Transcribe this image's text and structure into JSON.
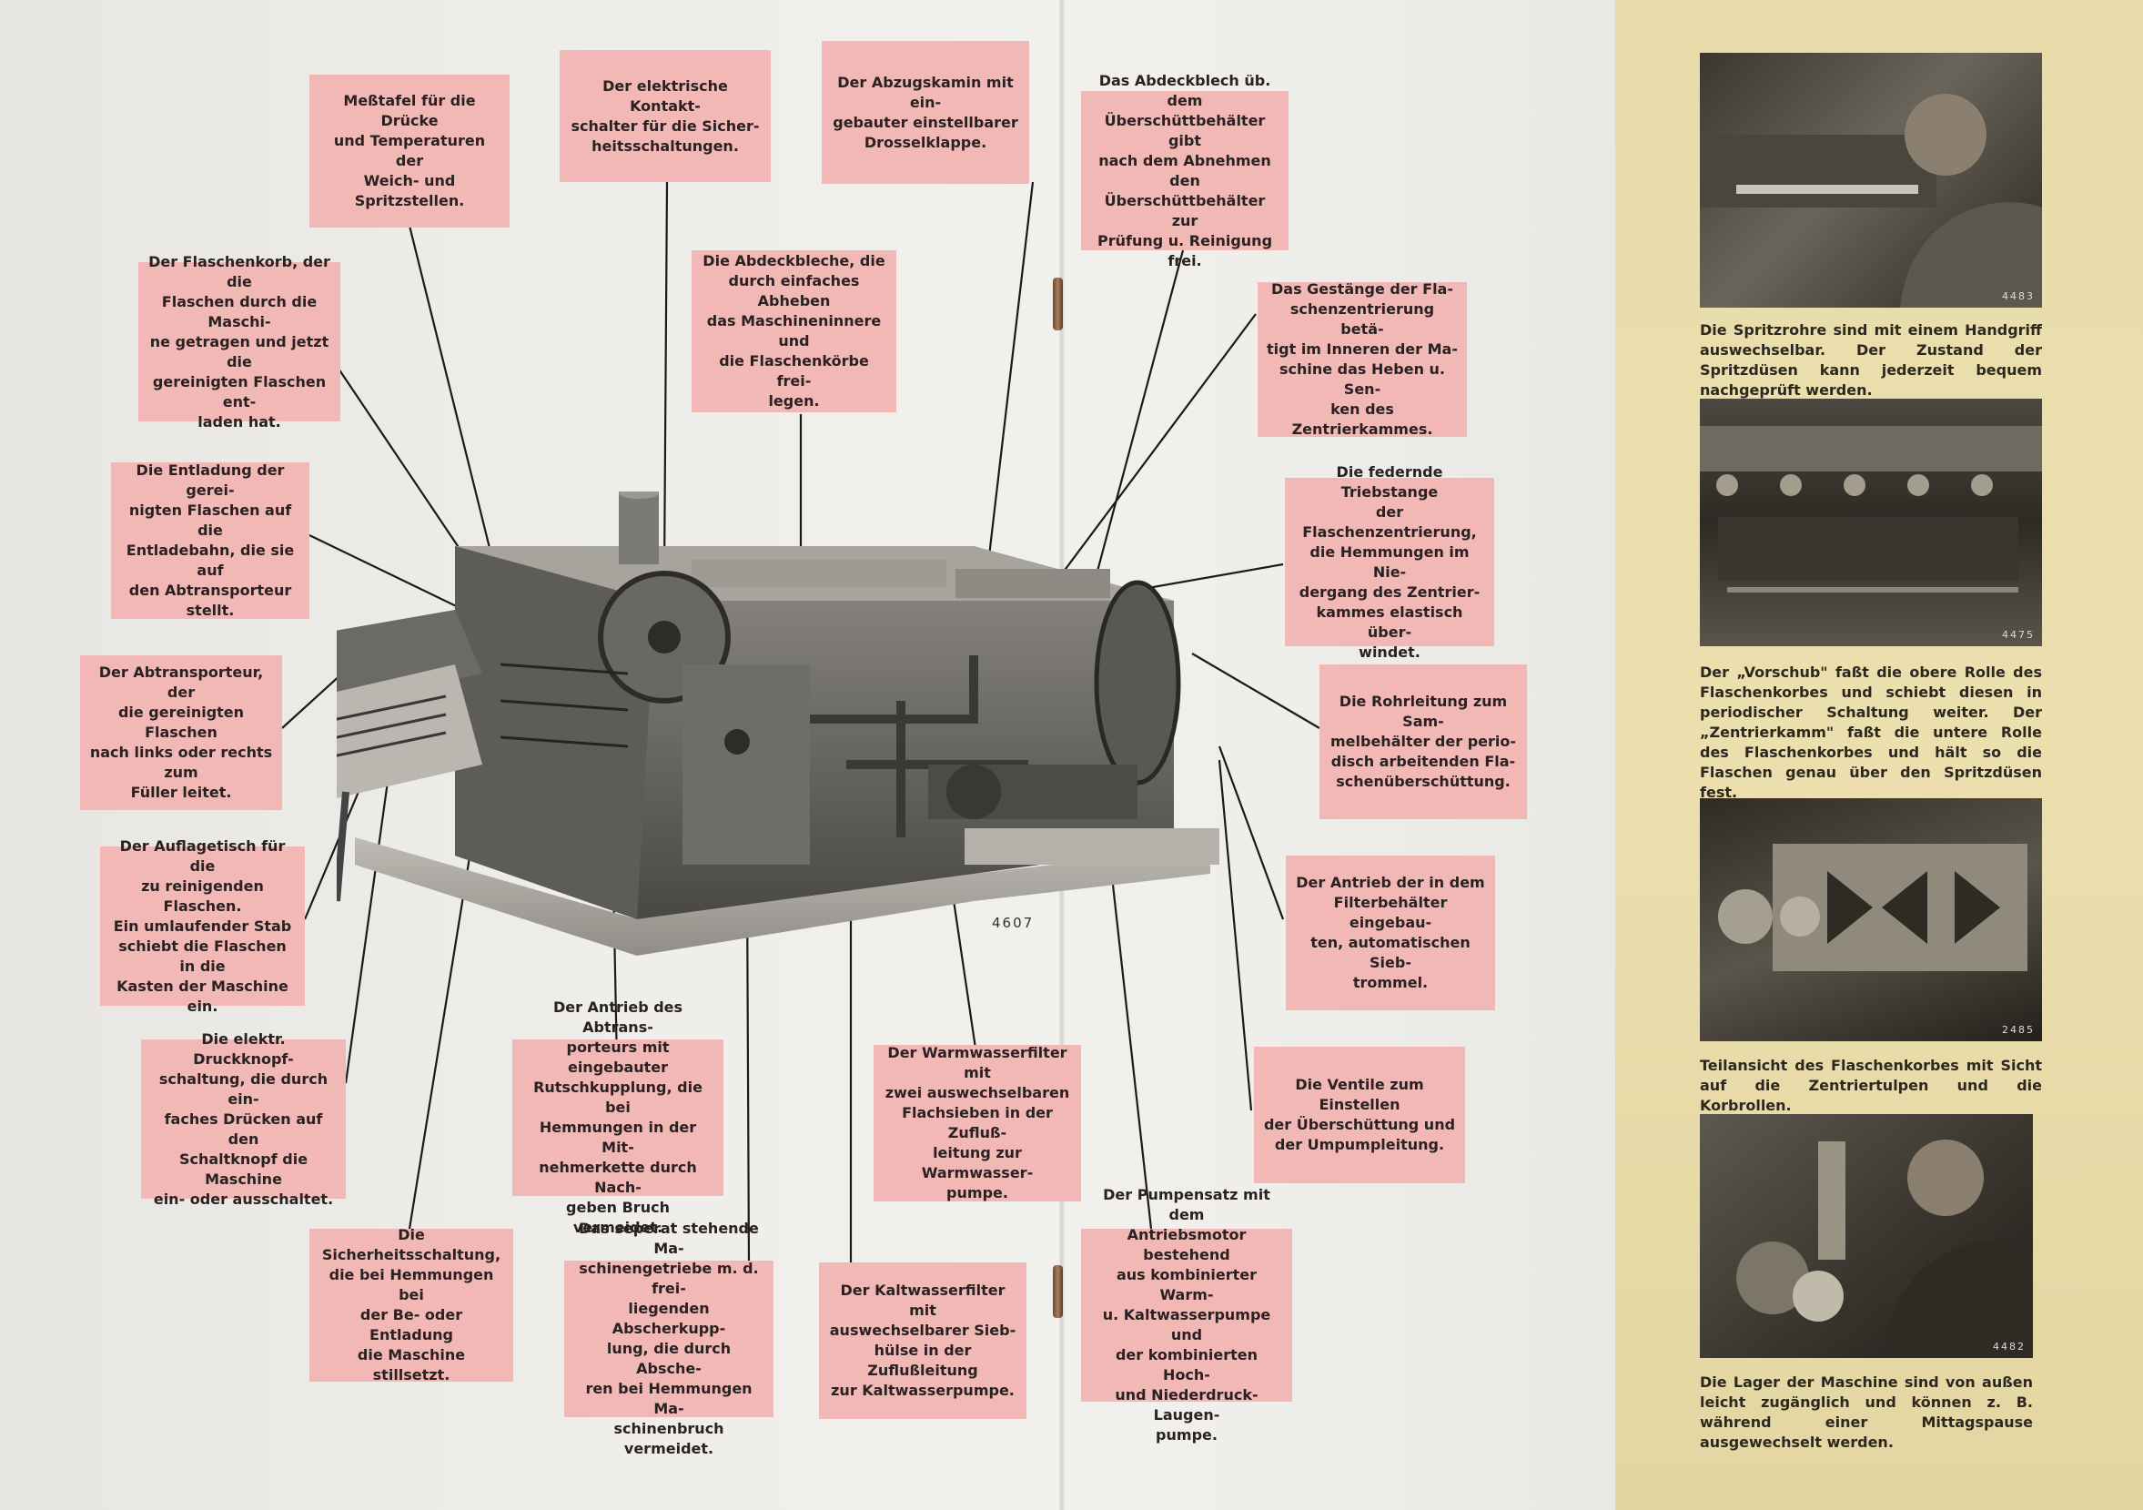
{
  "plate_number": "4607",
  "labels": [
    {
      "id": "messtafel",
      "text": "Meßtafel für die Drücke\nund Temperaturen der\nWeich- und Spritzstellen."
    },
    {
      "id": "kontaktschalter",
      "text": "Der elektrische Kontakt-\nschalter für die Sicher-\nheitsschaltungen."
    },
    {
      "id": "abzugskamin",
      "text": "Der Abzugskamin mit ein-\ngebauter einstellbarer\nDrosselklappe."
    },
    {
      "id": "abdeckblech",
      "text": "Das Abdeckblech üb. dem\nÜberschüttbehälter gibt\nnach dem Abnehmen den\nÜberschüttbehälter zur\nPrüfung u. Reinigung frei."
    },
    {
      "id": "flaschenkorb",
      "text": "Der Flaschenkorb, der die\nFlaschen durch die Maschi-\nne getragen und jetzt die\ngereinigten Flaschen ent-\nladen hat."
    },
    {
      "id": "abdeckbleche",
      "text": "Die Abdeckbleche, die\ndurch einfaches Abheben\ndas Maschineninnere und\ndie Flaschenkörbe frei-\nlegen."
    },
    {
      "id": "gestaenge",
      "text": "Das Gestänge der Fla-\nschenzentrierung betä-\ntigt im Inneren der Ma-\nschine das Heben u. Sen-\nken des Zentrierkammes."
    },
    {
      "id": "entladung",
      "text": "Die Entladung der gerei-\nnigten Flaschen auf die\nEntladebahn, die sie auf\nden Abtransporteur stellt."
    },
    {
      "id": "triebstange",
      "text": "Die federnde Triebstange\nder Flaschenzentrierung,\ndie Hemmungen im Nie-\ndergang des Zentrier-\nkammes elastisch über-\nwindet."
    },
    {
      "id": "abtransporteur",
      "text": "Der Abtransporteur, der\ndie gereinigten Flaschen\nnach links oder rechts zum\nFüller leitet."
    },
    {
      "id": "rohrleitung",
      "text": "Die Rohrleitung zum Sam-\nmelbehälter der perio-\ndisch arbeitenden Fla-\nschenüberschüttung."
    },
    {
      "id": "auflagetisch",
      "text": "Der Auflagetisch für die\nzu reinigenden Flaschen.\nEin umlaufender Stab\nschiebt die Flaschen in die\nKasten der Maschine ein."
    },
    {
      "id": "antrieb_filter",
      "text": "Der Antrieb der in dem\nFilterbehälter eingebau-\nten, automatischen Sieb-\ntrommel."
    },
    {
      "id": "druckknopf",
      "text": "Die elektr. Druckknopf-\nschaltung, die durch ein-\nfaches Drücken auf den\nSchaltknopf die Maschine\nein- oder ausschaltet."
    },
    {
      "id": "antrieb_abtrans",
      "text": "Der Antrieb des Abtrans-\nporteurs mit eingebauter\nRutschkupplung, die bei\nHemmungen in der Mit-\nnehmerkette durch Nach-\ngeben Bruch vermeidet."
    },
    {
      "id": "warmwasserfilter",
      "text": "Der Warmwasserfilter mit\nzwei auswechselbaren\nFlachsieben in der Zufluß-\nleitung zur Warmwasser-\npumpe."
    },
    {
      "id": "ventile",
      "text": "Die Ventile zum Einstellen\nder Überschüttung und\nder Umpumpleitung."
    },
    {
      "id": "sicherheitsschaltung",
      "text": "Die Sicherheitsschaltung,\ndie bei Hemmungen bei\nder Be- oder Entladung\ndie Maschine stillsetzt."
    },
    {
      "id": "maschinengetriebe",
      "text": "Das seperat stehende Ma-\nschinengetriebe m. d. frei-\nliegenden Abscherkupp-\nlung, die durch Absche-\nren bei Hemmungen Ma-\nschinenbruch vermeidet."
    },
    {
      "id": "kaltwasserfilter",
      "text": "Der Kaltwasserfilter mit\nauswechselbarer Sieb-\nhülse in der Zuflußleitung\nzur Kaltwasserpumpe."
    },
    {
      "id": "pumpensatz",
      "text": "Der Pumpensatz mit dem\nAntriebsmotor bestehend\naus kombinierter Warm-\nu. Kaltwasserpumpe und\nder kombinierten Hoch-\nund Niederdruck-Laugen-\npumpe."
    }
  ],
  "photos": [
    {
      "id": "spritzrohre",
      "number": "4483",
      "caption": "Die Spritzrohre sind mit einem Handgriff auswechselbar. Der Zustand der Spritzdüsen kann jederzeit bequem nachgeprüft werden."
    },
    {
      "id": "vorschub",
      "number": "4475",
      "caption": "Der „Vorschub\" faßt die obere Rolle des Flaschenkorbes und schiebt diesen in periodischer Schaltung weiter. Der „Zentrierkamm\" faßt die untere Rolle des Flaschenkorbes und hält so die Flaschen genau über den Spritzdüsen fest."
    },
    {
      "id": "teilansicht",
      "number": "2485",
      "caption": "Teilansicht des Flaschenkorbes mit Sicht auf die Zentriertulpen und die Korbrollen."
    },
    {
      "id": "lager",
      "number": "4482",
      "caption": "Die Lager der Maschine sind von außen leicht zugänglich und können z. B. während einer Mittagspause ausgewechselt werden."
    }
  ],
  "colors": {
    "label_bg": "#f2b8b6",
    "panel_bg": "#ecdfae",
    "paper": "#efeeea"
  }
}
